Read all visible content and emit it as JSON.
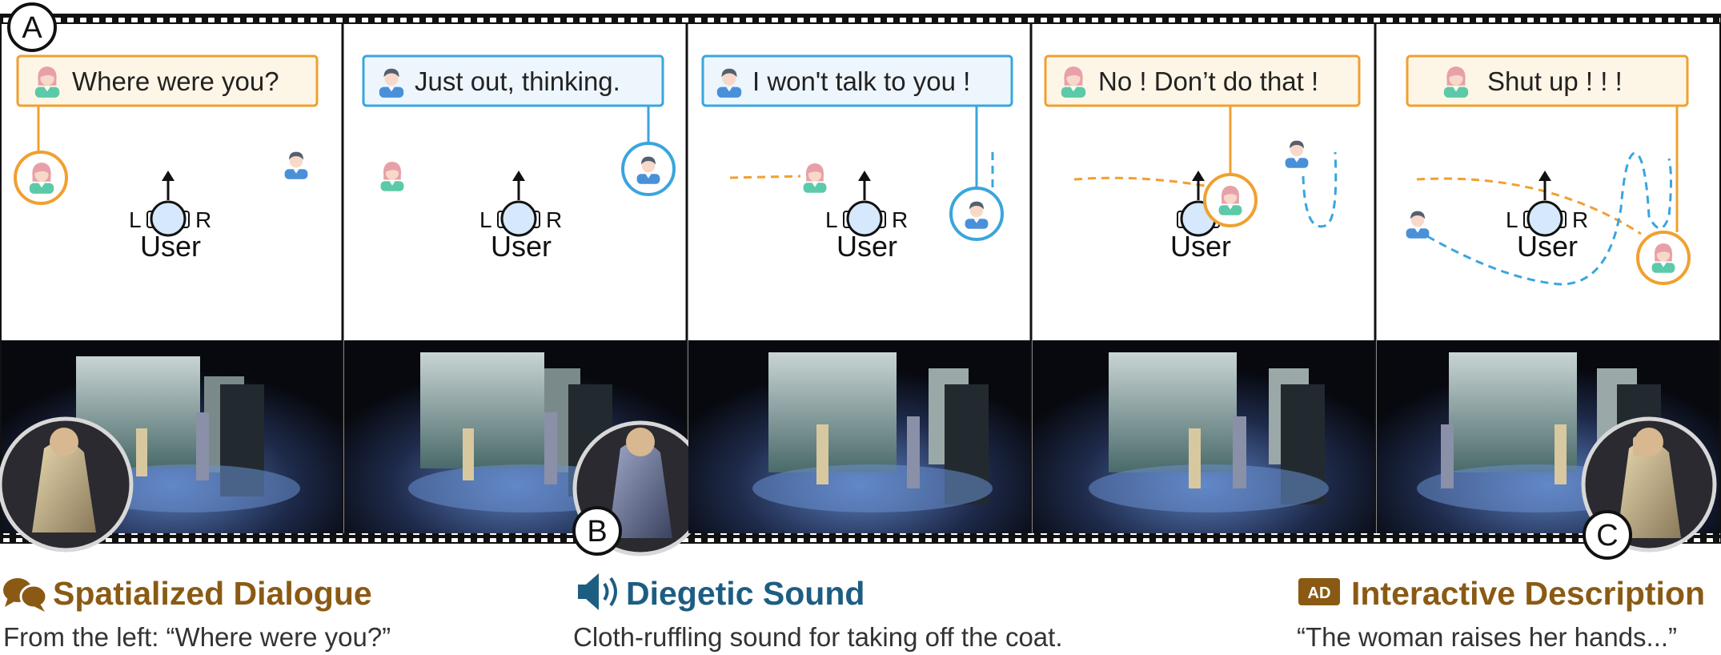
{
  "markers": {
    "a": "A",
    "b": "B",
    "c": "C"
  },
  "user": {
    "label": "User",
    "left": "L",
    "right": "R"
  },
  "panels": [
    {
      "speaker": "woman",
      "bubble": "Where were you?"
    },
    {
      "speaker": "man",
      "bubble": "Just out, thinking."
    },
    {
      "speaker": "man",
      "bubble": "I won't talk to you !"
    },
    {
      "speaker": "woman",
      "bubble": "No ! Don’t do that !"
    },
    {
      "speaker": "woman",
      "bubble": "Shut up ! ! !"
    }
  ],
  "captions": {
    "dialogue": {
      "title": "Spatialized Dialogue",
      "text": "From the left: “Where were you?”",
      "icon": "speech-bubbles-icon"
    },
    "sound": {
      "title": "Diegetic Sound",
      "text": "Cloth-ruffling sound for taking off the coat.",
      "icon": "speaker-icon"
    },
    "description": {
      "title": "Interactive Description",
      "text": "“The woman raises her hands...”",
      "icon": "ad-icon",
      "badge": "AD"
    }
  },
  "colors": {
    "woman": "#f0a030",
    "man": "#3aa5dd",
    "dialogue_title": "#8a5a14",
    "sound_title": "#1d5d82",
    "description_title": "#8a5a14",
    "ad_badge": "#8a5a14",
    "film": "#111111"
  }
}
